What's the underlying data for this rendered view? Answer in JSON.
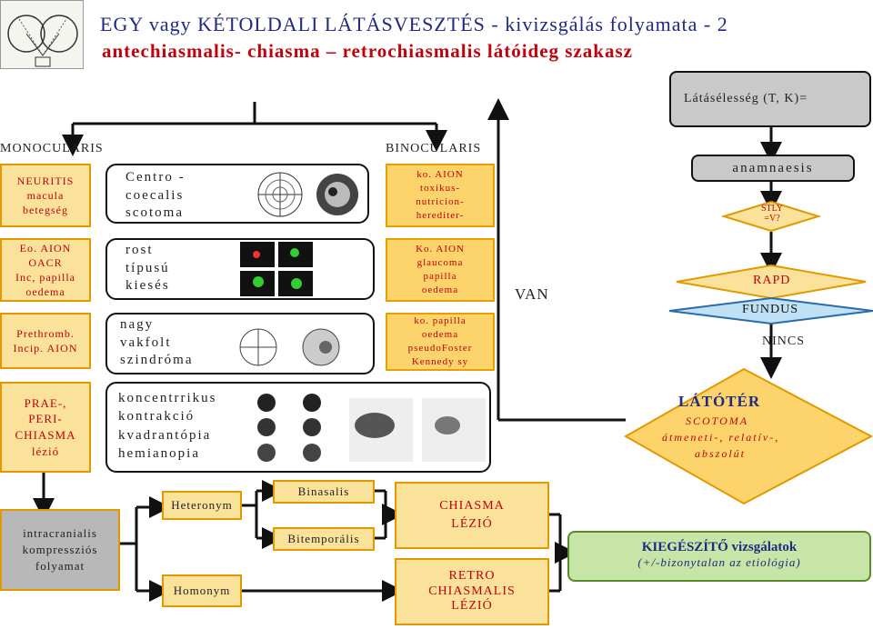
{
  "title": {
    "line1": "EGY vagy KÉTOLDALI  LÁTÁSVESZTÉS   -   kivizsgálás folyamata - 2",
    "line2": "antechiasmalis- chiasma – retrochiasmalis látóideg szakasz"
  },
  "top_box": "Látásélesség (T, K)=",
  "monocularis": "MONOCULARIS",
  "binocularis": "BINOCULARIS",
  "left_column": [
    "NEURITIS\nmacula\nbetegség",
    "Eo. AION\nOACR\nInc, papilla\noedema",
    "Prethromb.\nIncip. AION",
    "PRAE-,\nPERI-\nCHIASMA\nlézió"
  ],
  "middle_boxes": [
    "Centro -\ncoecalis\nscotoma",
    "rost\ntípusú\nkiesés",
    "nagy\nvakfolt\nszindróma",
    "koncentrrikus\nkontrakció\nkvadrantópia\nhemianopia"
  ],
  "bino_column": [
    "ko. AION\ntoxikus-\nnutricion-\nherediter-",
    "Ko. AION\nglaucoma\npapilla\noedema",
    "ko. papilla\noedema\npseudoFoster\nKennedy sy"
  ],
  "right_flow": {
    "anamnaesis": "anamnaesis",
    "stly": "STLY\n=V?",
    "rapd": "RAPD",
    "fundus": "FUNDUS",
    "van": "VAN",
    "nincs": "NINCS",
    "latoter_title": "LÁTÓTÉR",
    "latoter_sub1": "SCOTOMA",
    "latoter_sub2": "átmeneti-, relatív-,",
    "latoter_sub3": "abszolút"
  },
  "bottom": {
    "intracranialis": "intracranialis\nkompressziós\nfolyamat",
    "heteronym": "Heteronym",
    "homonym": "Homonym",
    "binasalis": "Binasalis",
    "bitemporalis": "Bitemporális",
    "chiasma_lezio": "CHIASMA\nLÉZIÓ",
    "retro": "RETRO\nCHIASMALIS\nLÉZIÓ",
    "kieg_title": "KIEGÉSZÍTŐ vizsgálatok",
    "kieg_sub": "(+/-bizonytalan az etiológia)"
  },
  "colors": {
    "title_blue": "#1f2a80",
    "red": "#c0000c",
    "yellow_fill": "#fbe29a",
    "orange_border": "#e09a00",
    "green_fill": "#c6e5a6",
    "blue_fill": "#bfe0f5"
  }
}
